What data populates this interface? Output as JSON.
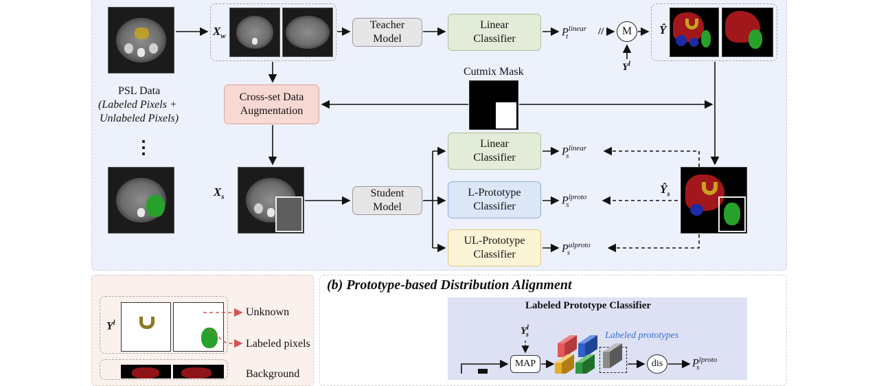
{
  "top": {
    "psl_title": "PSL Data",
    "psl_sub1": "(Labeled Pixels +",
    "psl_sub2": "Unlabeled Pixels)",
    "dots": "⋮",
    "xw": "X",
    "xw_sub": "w",
    "xs": "X",
    "xs_sub": "s",
    "teacher_l1": "Teacher",
    "teacher_l2": "Model",
    "student_l1": "Student",
    "student_l2": "Model",
    "linear_l1": "Linear",
    "linear_l2": "Classifier",
    "cross_l1": "Cross-set Data",
    "cross_l2": "Augmentation",
    "cutmix": "Cutmix Mask",
    "s_linear_l1": "Linear",
    "s_linear_l2": "Classifier",
    "lproto_l1": "L-Prototype",
    "lproto_l2": "Classifier",
    "ulproto_l1": "UL-Prototype",
    "ulproto_l2": "Classifier",
    "p_t": "P",
    "p_t_sub": "t",
    "p_t_sup": "linear",
    "p_s1": "P",
    "p_s1_sub": "s",
    "p_s1_sup": "linear",
    "p_s2": "P",
    "p_s2_sub": "s",
    "p_s2_sup": "lproto",
    "p_s3": "P",
    "p_s3_sub": "s",
    "p_s3_sup": "ulproto",
    "m": "M",
    "yl": "Y",
    "yl_sup": "l",
    "yhat": "Ŷ",
    "yhat_s": "Ŷ",
    "yhat_s_sub": "s",
    "stop": "//"
  },
  "legend": {
    "yl": "Y",
    "yl_sup": "l",
    "unknown": "Unknown",
    "labeled_pixels": "Labeled pixels",
    "background": "Background"
  },
  "section_b": {
    "title": "(b) Prototype-based Distribution Alignment",
    "box_title": "Labeled Prototype Classifier",
    "ysl": "Y",
    "ysl_sup": "l",
    "ysl_sub": "s",
    "map": "MAP",
    "labeled_prototypes": "Labeled prototypes",
    "dis": "dis",
    "p_out": "P",
    "p_out_sub": "s",
    "p_out_sup": "lproto"
  },
  "colors": {
    "liver": "#a1171b",
    "pancreas": "#c7a31d",
    "kidney": "#1f2aa5",
    "spleen": "#27a12a",
    "accent_blue": "#3a6fd0",
    "legend_arrow": "#d9534f"
  }
}
